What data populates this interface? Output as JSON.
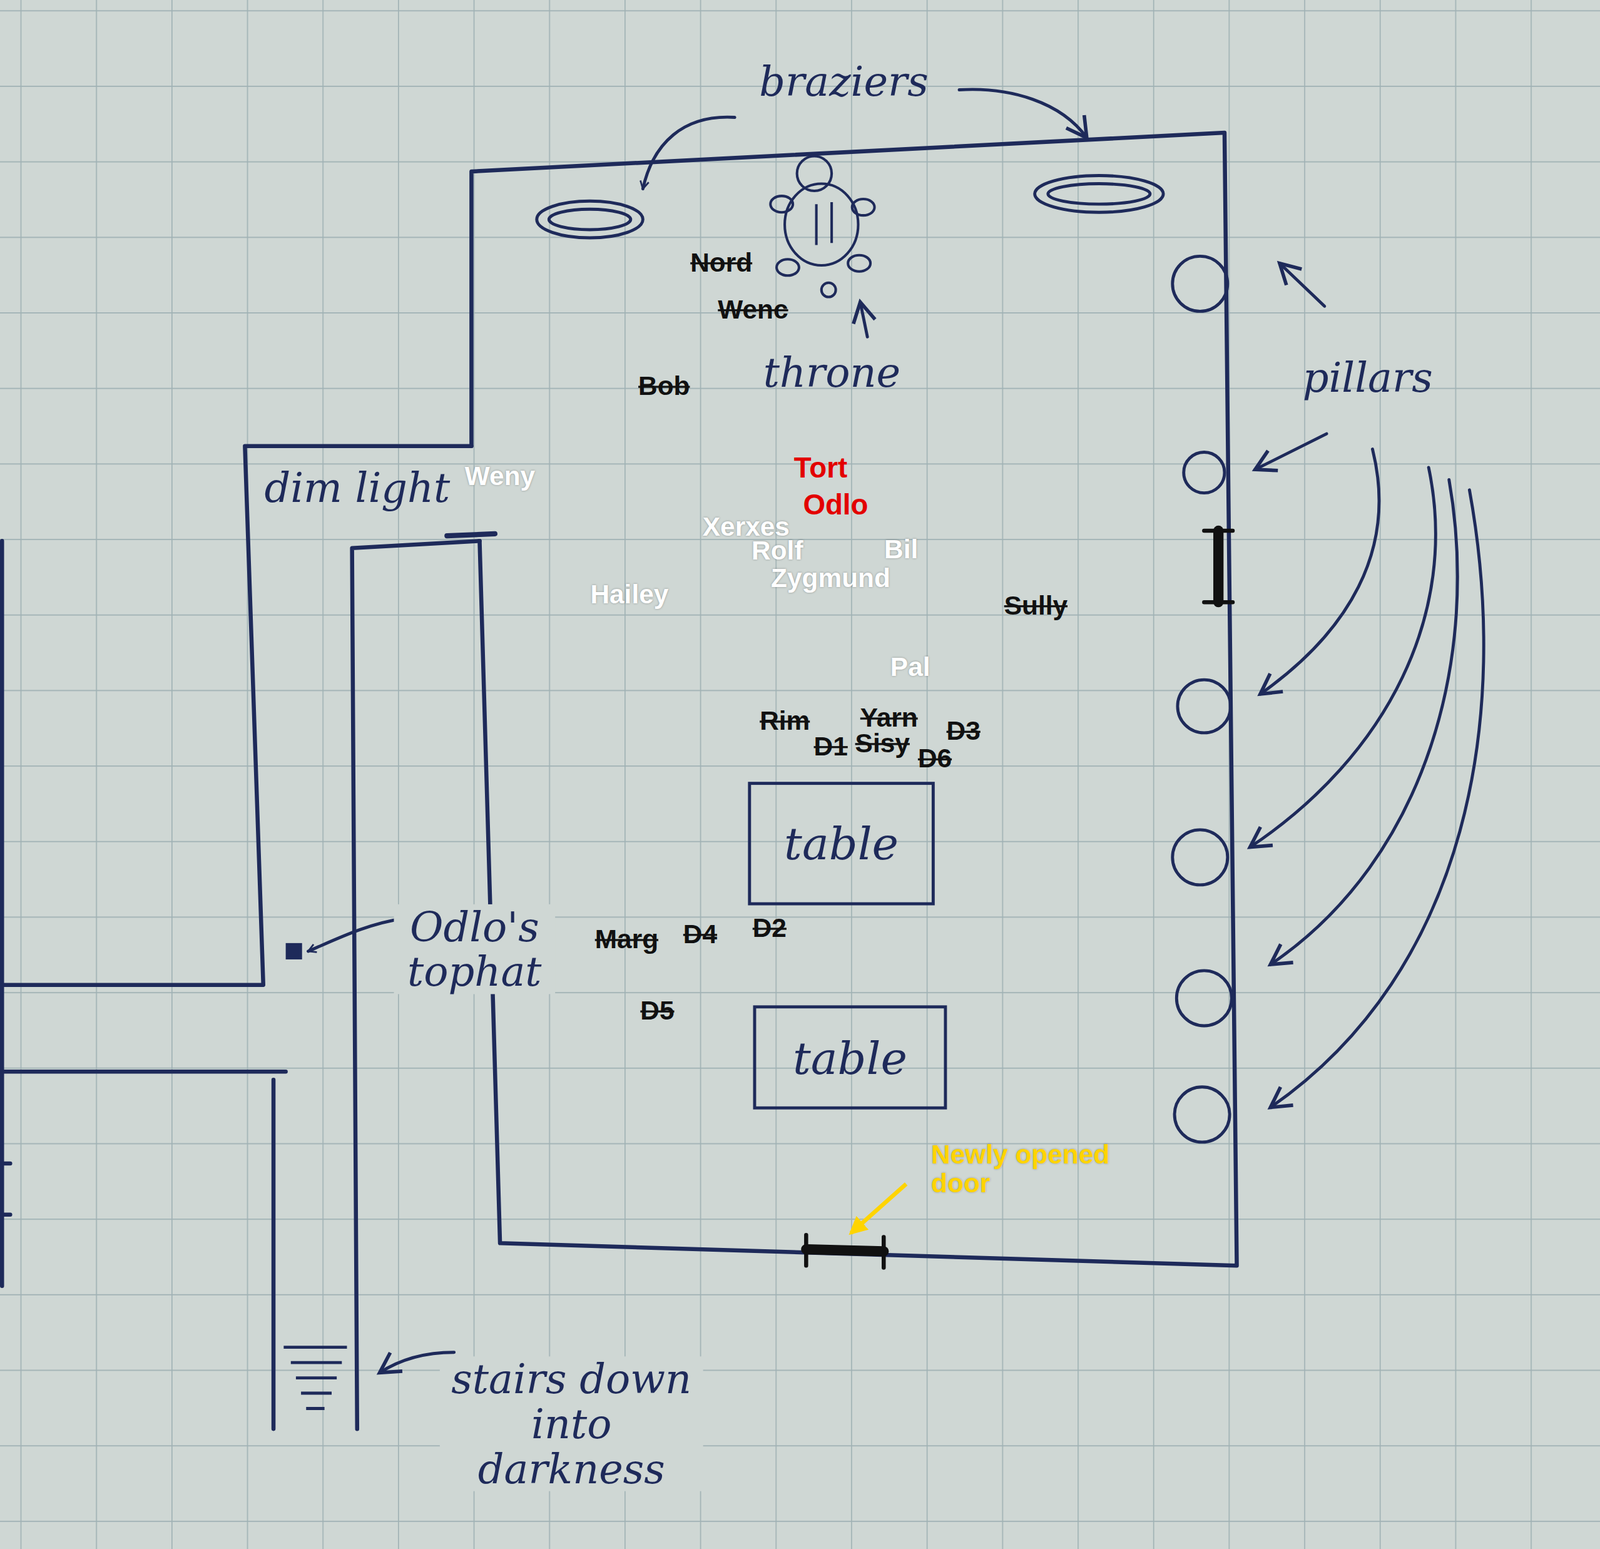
{
  "diagram": {
    "nodes": [
      {
        "text": [
          "table"
        ]
      },
      {
        "text": [
          "table"
        ]
      }
    ],
    "labels": [
      "braziers",
      "Nord",
      "Wenc",
      "throne",
      "Bob",
      "pillars",
      "Tort",
      "Weny",
      "dim light",
      "Odlo",
      "Xerxes",
      "Rolf",
      "Bil",
      "Zygmund",
      "Hailey",
      "Sully",
      "Pal",
      "Yarn",
      "Rim",
      "D3",
      "D1",
      "Sisy",
      "D6",
      "D2",
      "D4",
      "Marg",
      "Odlo's tophat",
      "D5",
      "Newly opened door",
      "stairs down into darkness"
    ]
  }
}
